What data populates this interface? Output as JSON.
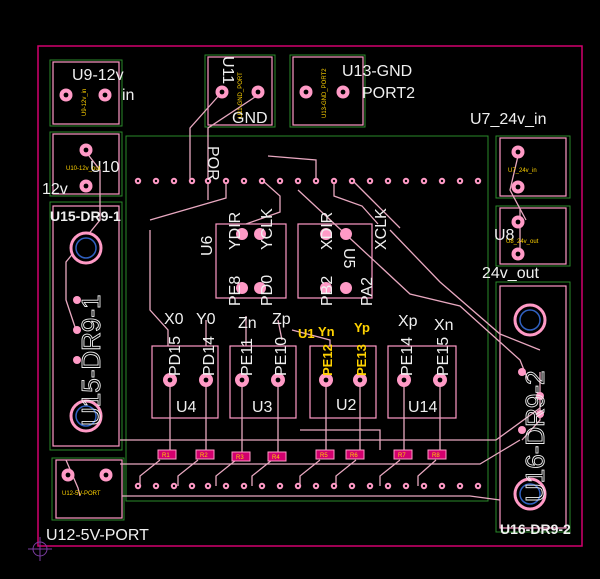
{
  "colors": {
    "background": "#000000",
    "outline": "#d2006e",
    "trace": "#e8a8c0",
    "silk": "#f0f0f0",
    "copper": "#ff9ac6",
    "keepout": "#2a8a2a",
    "small_label": "#ffd200",
    "hole": "#000000"
  },
  "labels": {
    "u9": "U9-12v",
    "u9_in": "in",
    "u9_small": "U9-12v_in",
    "u11": "U11",
    "u11_gnd": "GND",
    "u11_small": "U11-GND_PORT",
    "u13": "U13-GND",
    "u13_port2": "PORT2",
    "u13_small": "U13-GND_PORT2",
    "u7": "U7_24v_in",
    "u7_small": "U7_24v_in",
    "u10": "U10",
    "u10_12v": "12v",
    "u10_small": "U10-12v_out",
    "u8": "U8",
    "u8_small": "U8_24v_out",
    "u8_24v": "24v_out",
    "u15": "U15-DR9-1",
    "u15_vertical": "U15-DR9-1",
    "u16": "U16-DR9-2",
    "u16_vertical": "U16-DR9-2",
    "u12": "U12-5V-PORT",
    "u12_small": "U12-5V-PORT",
    "por": "POR",
    "u6": "U6",
    "u5": "U5",
    "ydir": "YDIR",
    "yclk": "YCLK",
    "xdir": "XDIR",
    "xclk": "XCLK",
    "pe8": "PE8",
    "pd0": "PD0",
    "pb2": "PB2",
    "pa2": "PA2",
    "x0": "X0",
    "y0": "Y0",
    "zn": "Zn",
    "zp": "Zp",
    "yn": "Yn",
    "yp": "Yp",
    "xp": "Xp",
    "xn": "Xn",
    "u1": "U1",
    "pd15": "PD15",
    "pd14": "PD14",
    "pe11": "PE11",
    "pe10": "PE10",
    "pe12": "PE12",
    "pe13": "PE13",
    "pe14": "PE14",
    "pe15": "PE15",
    "u4": "U4",
    "u3": "U3",
    "u2": "U2",
    "u14": "U14",
    "r1": "R1",
    "r2": "R2",
    "r3": "R3",
    "r4": "R4",
    "r5": "R5",
    "r6": "R6",
    "r7": "R7",
    "r8": "R8"
  }
}
